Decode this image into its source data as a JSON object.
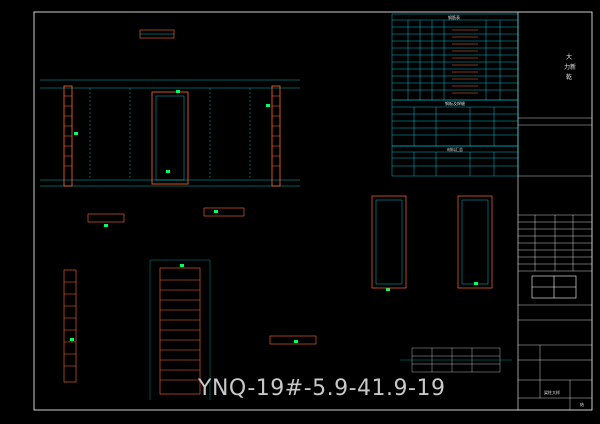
{
  "drawing": {
    "watermark": "YNQ-19#-5.9-41.9-19",
    "project_label": "大",
    "project_label_2": "力新",
    "project_label_3": "乾",
    "table_title_1": "钢筋表",
    "table_title_2": "钢板及焊缝",
    "table_title_3": "材料汇总",
    "drawing_title": "梁柱大样",
    "sheet_no": "结"
  },
  "colors": {
    "background": "#000000",
    "border": "#ffffff",
    "table_line": "#00e5ff",
    "section": "#ff6a2a",
    "dim": "#00b4b4",
    "highlight": "#00ff66"
  }
}
